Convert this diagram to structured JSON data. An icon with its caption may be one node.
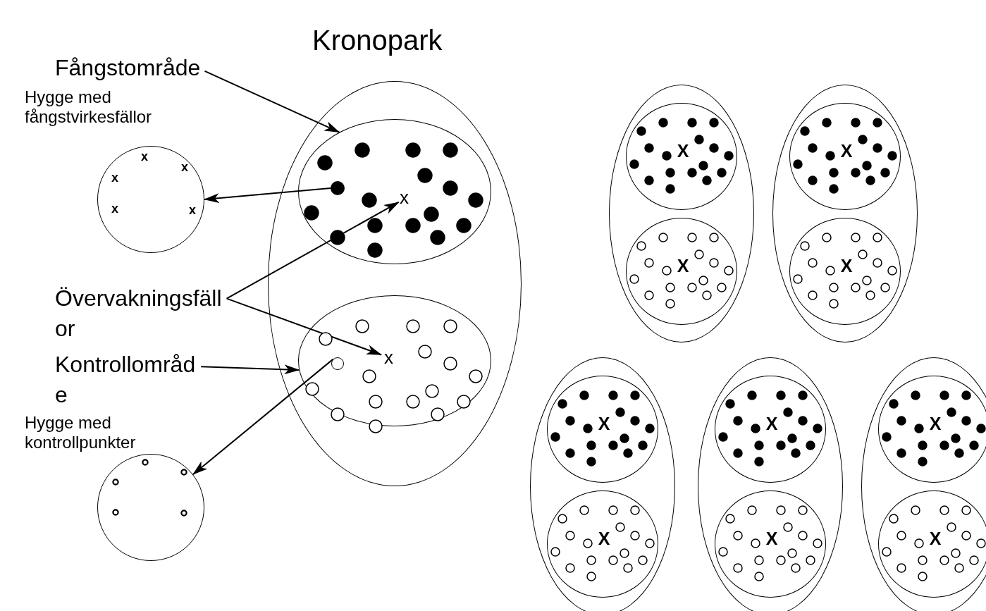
{
  "diagram": {
    "nodes": [
      {
        "text": [
          "Kronopark"
        ]
      },
      {
        "text": [],
        "shape": "ellipse",
        "in": 0
      },
      {
        "text": [],
        "shape": "circle",
        "in": 1
      },
      {
        "text": [
          "x"
        ],
        "in": 1
      },
      {
        "text": [],
        "shape": "ellipse",
        "in": 0
      },
      {
        "text": [],
        "shape": "circle",
        "in": 4
      },
      {
        "text": [
          "x"
        ],
        "in": 4
      },
      {
        "text": [
          "Fångstområde"
        ]
      },
      {
        "text": [
          "Hygge med fångstvirkesfällor",
          "x",
          "x",
          "x",
          "x",
          "x"
        ]
      },
      {
        "text": [
          "Övervakningsfäll or"
        ]
      },
      {
        "text": [
          "Kontrollområd e"
        ]
      },
      {
        "text": [
          "Hygge med kontrollpunkter"
        ]
      },
      {
        "text": [],
        "shape": "ellipse"
      },
      {
        "text": [
          "X"
        ],
        "in": 12
      },
      {
        "text": [
          "X"
        ],
        "in": 12
      },
      {
        "text": [],
        "shape": "ellipse"
      },
      {
        "text": [
          "X"
        ],
        "in": 15
      },
      {
        "text": [
          "X"
        ],
        "in": 15
      },
      {
        "text": [],
        "shape": "ellipse"
      },
      {
        "text": [
          "X"
        ],
        "in": 18
      },
      {
        "text": [
          "X"
        ],
        "in": 18
      },
      {
        "text": [],
        "shape": "ellipse"
      },
      {
        "text": [
          "X"
        ],
        "in": 21
      },
      {
        "text": [
          "X"
        ],
        "in": 21
      },
      {
        "text": [],
        "shape": "ellipse"
      },
      {
        "text": [
          "X"
        ],
        "in": 24
      },
      {
        "text": [
          "X"
        ],
        "in": 24
      }
    ],
    "edges": [
      {
        "from": 7,
        "to": 1,
        "arrow": "to"
      },
      {
        "from": 2,
        "to": 8,
        "arrow": "to"
      },
      {
        "from": 9,
        "to": 3,
        "arrow": "to"
      },
      {
        "from": 9,
        "to": 6,
        "arrow": "to"
      },
      {
        "from": 10,
        "to": 4,
        "arrow": "to"
      },
      {
        "from": 5,
        "to": 11,
        "arrow": "to"
      }
    ]
  }
}
